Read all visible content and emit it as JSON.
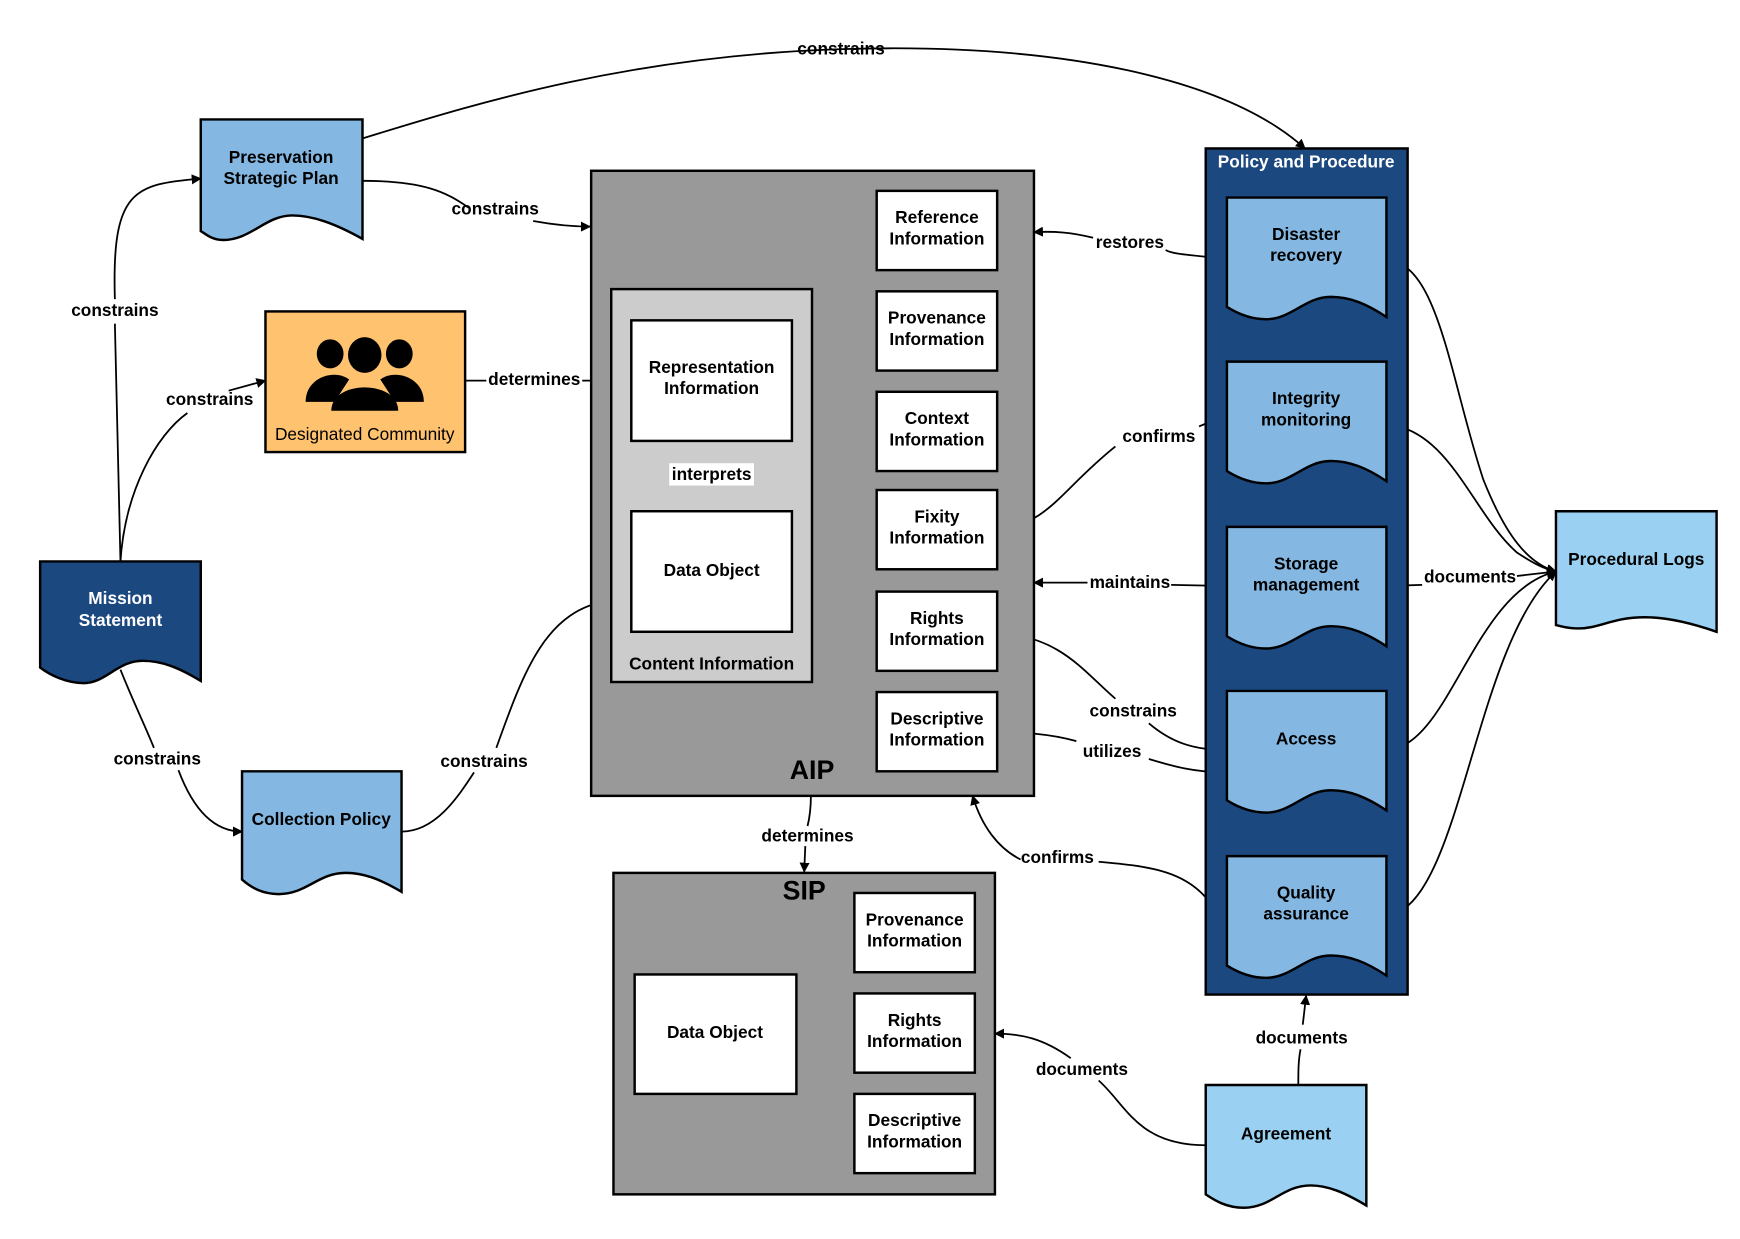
{
  "colors": {
    "dark_blue": "#1c4880",
    "mid_blue": "#84b8e2",
    "light_blue": "#9ad1f2",
    "orange": "#ffc370",
    "gray": "#999999",
    "light_gray": "#cccccc",
    "white": "#ffffff"
  },
  "nodes": {
    "preservation_plan": [
      "Preservation",
      "Strategic Plan"
    ],
    "designated_community": "Designated Community",
    "mission_statement": [
      "Mission",
      "Statement"
    ],
    "collection_policy": "Collection Policy",
    "aip": {
      "title": "AIP",
      "content_information": "Content Information",
      "representation_information": [
        "Representation",
        "Information"
      ],
      "data_object": "Data Object",
      "reference_information": [
        "Reference",
        "Information"
      ],
      "provenance_information": [
        "Provenance",
        "Information"
      ],
      "context_information": [
        "Context",
        "Information"
      ],
      "fixity_information": [
        "Fixity",
        "Information"
      ],
      "rights_information": [
        "Rights",
        "Information"
      ],
      "descriptive_information": [
        "Descriptive",
        "Information"
      ]
    },
    "sip": {
      "title": "SIP",
      "data_object": "Data Object",
      "provenance_information": [
        "Provenance",
        "Information"
      ],
      "rights_information": [
        "Rights",
        "Information"
      ],
      "descriptive_information": [
        "Descriptive",
        "Information"
      ]
    },
    "policy": {
      "title": "Policy and Procedure",
      "disaster_recovery": [
        "Disaster",
        "recovery"
      ],
      "integrity_monitoring": [
        "Integrity",
        "monitoring"
      ],
      "storage_management": [
        "Storage",
        "management"
      ],
      "access": "Access",
      "quality_assurance": [
        "Quality",
        "assurance"
      ]
    },
    "procedural_logs": "Procedural Logs",
    "agreement": "Agreement"
  },
  "edges": {
    "plan_to_policy": "constrains",
    "plan_to_aip": "constrains",
    "mission_to_plan": "constrains",
    "mission_to_community": "constrains",
    "community_to_repinfo": "determines",
    "repinfo_to_dataobject": "interprets",
    "mission_to_collection": "constrains",
    "collection_to_content": "constrains",
    "disaster_to_aip": "restores",
    "integrity_to_fixity": "confirms",
    "storage_to_aip": "maintains",
    "storage_to_logs": "documents",
    "rights_to_access": "constrains",
    "access_to_descriptive": "utilizes",
    "qa_to_aip": "confirms",
    "aip_to_sip": "determines",
    "agreement_to_sip_rights": "documents",
    "agreement_to_policy": "documents"
  }
}
